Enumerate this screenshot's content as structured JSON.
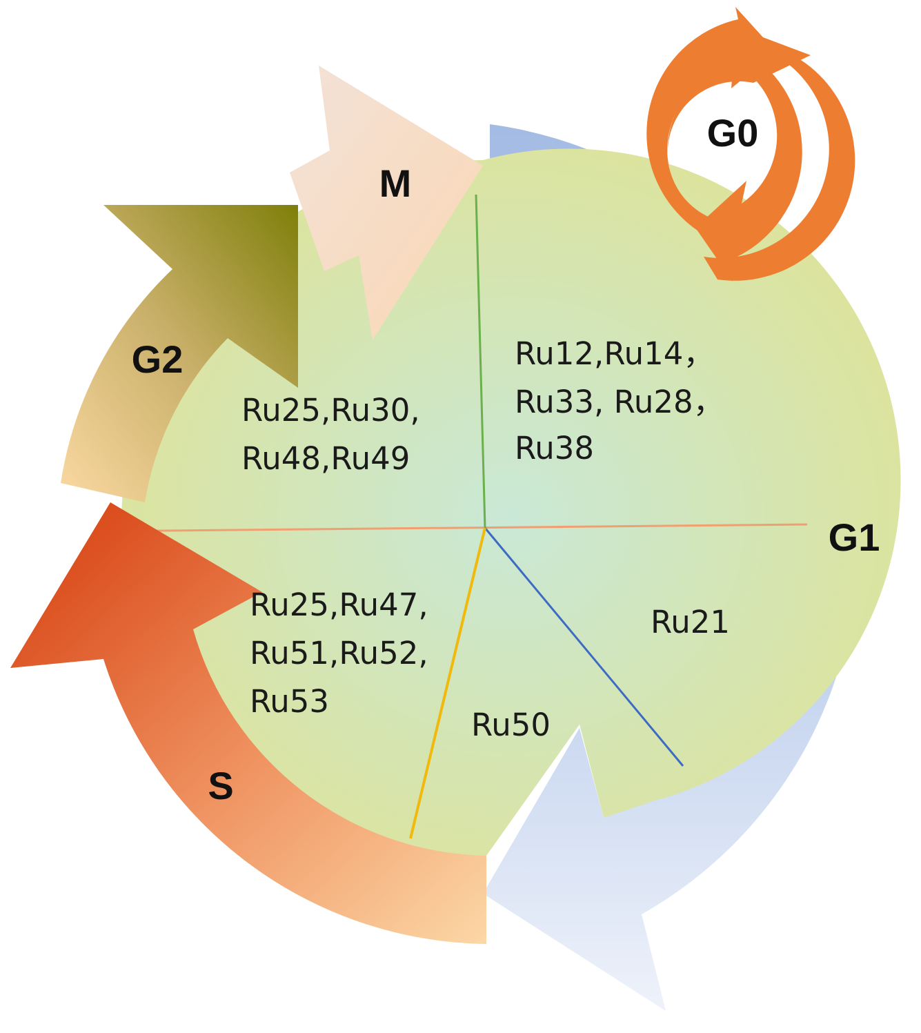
{
  "phases": {
    "g0": "G0",
    "g1": "G1",
    "s": "S",
    "g2": "G2",
    "m": "M"
  },
  "groups": {
    "g1_upper": [
      "Ru12,Ru14，",
      "Ru33, Ru28，",
      "Ru38"
    ],
    "g1_lower": [
      "Ru21"
    ],
    "s_right": [
      "Ru50"
    ],
    "s_left": [
      "Ru25,Ru47,",
      "Ru51,Ru52,",
      "Ru53"
    ],
    "g2m": [
      "Ru25,Ru30,",
      "Ru48,Ru49"
    ]
  },
  "colors": {
    "disc_center": "#c9e8d6",
    "disc_edge": "#dde39a",
    "g0_ring": "#ed7d31",
    "g1_arrow": "#a8bfe4",
    "s_arrow": "#d9450f",
    "g2_arrow": "#8a8a14",
    "m_arrow": "#f6dcc4",
    "divider_horizontal": "#f0a070",
    "divider_green": "#6ab04c",
    "divider_blue": "#3d6bc4",
    "divider_yellow": "#f2b90d"
  }
}
